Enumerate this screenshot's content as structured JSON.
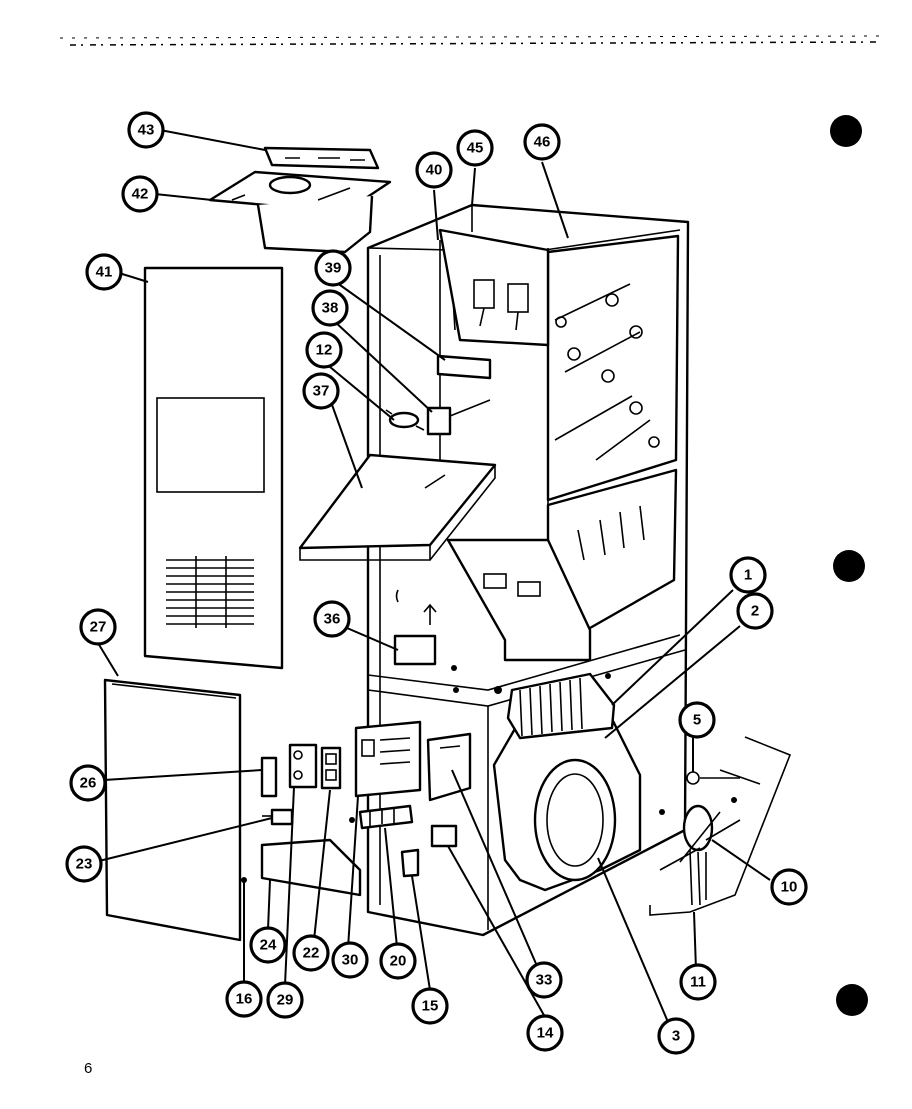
{
  "page": {
    "page_number": "6"
  },
  "callouts": [
    {
      "label": "1"
    },
    {
      "label": "2"
    },
    {
      "label": "3"
    },
    {
      "label": "5"
    },
    {
      "label": "10"
    },
    {
      "label": "11"
    },
    {
      "label": "12"
    },
    {
      "label": "14"
    },
    {
      "label": "15"
    },
    {
      "label": "16"
    },
    {
      "label": "20"
    },
    {
      "label": "22"
    },
    {
      "label": "23"
    },
    {
      "label": "24"
    },
    {
      "label": "26"
    },
    {
      "label": "27"
    },
    {
      "label": "29"
    },
    {
      "label": "30"
    },
    {
      "label": "33"
    },
    {
      "label": "36"
    },
    {
      "label": "37"
    },
    {
      "label": "38"
    },
    {
      "label": "39"
    },
    {
      "label": "40"
    },
    {
      "label": "41"
    },
    {
      "label": "42"
    },
    {
      "label": "43"
    },
    {
      "label": "45"
    },
    {
      "label": "46"
    }
  ],
  "colors": {
    "ink": "#000000",
    "paper": "#ffffff"
  }
}
